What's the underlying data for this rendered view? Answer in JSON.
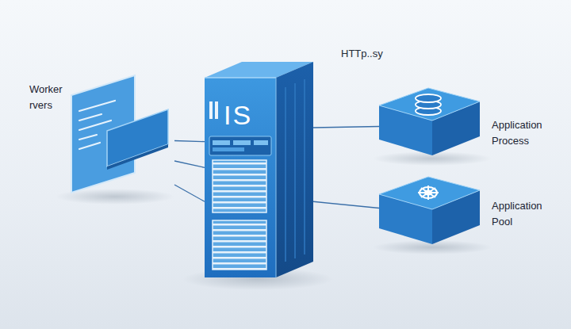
{
  "diagram": {
    "nodes": [
      {
        "text": [
          "Worker rvers"
        ]
      },
      {
        "text": [
          "IS"
        ]
      },
      {
        "text": [
          "Application Process"
        ]
      },
      {
        "text": [
          "Application Pool"
        ]
      }
    ],
    "edges": [
      {
        "from": 0,
        "to": 1,
        "arrow": "none"
      },
      {
        "from": 0,
        "to": 1,
        "arrow": "none"
      },
      {
        "from": 0,
        "to": 1,
        "arrow": "none"
      },
      {
        "from": 1,
        "to": 2,
        "arrow": "none"
      },
      {
        "from": 1,
        "to": 3,
        "arrow": "none"
      }
    ],
    "labels": [
      "HTTp..sy"
    ]
  }
}
